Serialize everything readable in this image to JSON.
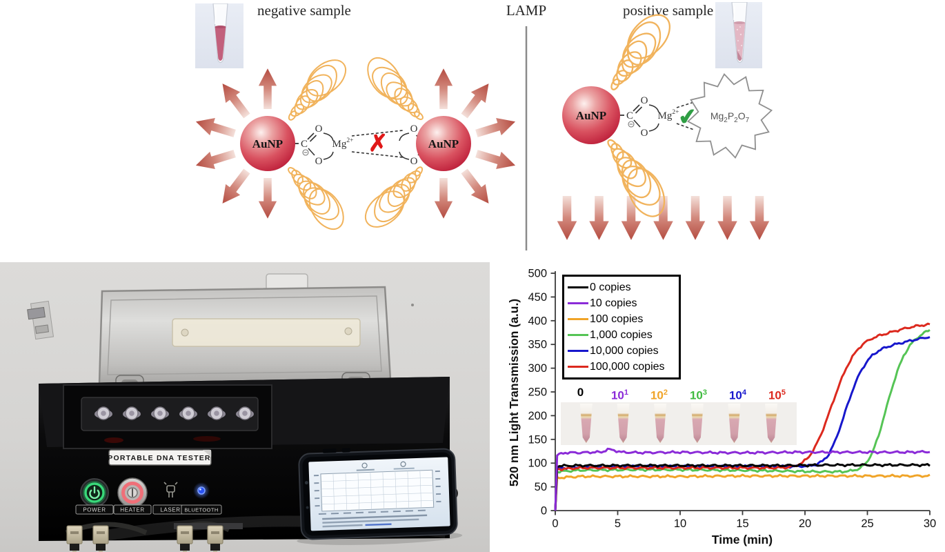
{
  "schematic": {
    "negative_label": "negative sample",
    "positive_label": "positive sample",
    "method_label": "LAMP",
    "aunp": "AuNP",
    "carbon": "C",
    "oxygen": "O",
    "mg": {
      "base": "Mg",
      "sup": "2+"
    },
    "blocked_mark": "✗",
    "allowed_mark": "✔",
    "pyrophosphate": {
      "f1": "Mg",
      "s1": "2",
      "f2": "P",
      "s2": "2",
      "f3": "O",
      "s3": "7"
    }
  },
  "device": {
    "title": "PORTABLE DNA TESTER",
    "buttons": [
      "POWER",
      "HEATER",
      "LASER",
      "BLUETOOTH"
    ]
  },
  "chart_data": {
    "type": "line",
    "title": "",
    "xlabel": "Time (min)",
    "ylabel": "520 nm Light Transmission (a.u.)",
    "xlim": [
      0,
      30
    ],
    "ylim": [
      0,
      500
    ],
    "xticks": [
      0,
      5,
      10,
      15,
      20,
      25,
      30
    ],
    "yticks": [
      0,
      50,
      100,
      150,
      200,
      250,
      300,
      350,
      400,
      450,
      500
    ],
    "grid": false,
    "legend_position": "upper-left",
    "draw_order": [
      2,
      3,
      4,
      5,
      0,
      1
    ],
    "series": [
      {
        "name": "0 copies",
        "color": "#000000",
        "points": [
          [
            0,
            0
          ],
          [
            0.15,
            94
          ],
          [
            2,
            95
          ],
          [
            6,
            95
          ],
          [
            10,
            95
          ],
          [
            14,
            95
          ],
          [
            18,
            95
          ],
          [
            22,
            96
          ],
          [
            26,
            96
          ],
          [
            30,
            96
          ]
        ]
      },
      {
        "name": "10 copies",
        "color": "#8B2BD8",
        "points": [
          [
            0,
            0
          ],
          [
            0.15,
            117
          ],
          [
            0.8,
            122
          ],
          [
            2,
            122
          ],
          [
            3,
            123
          ],
          [
            3.7,
            123
          ],
          [
            4.2,
            129
          ],
          [
            4.7,
            127
          ],
          [
            5.3,
            123
          ],
          [
            7,
            122
          ],
          [
            10,
            123
          ],
          [
            13,
            122
          ],
          [
            16,
            122
          ],
          [
            19,
            123
          ],
          [
            22,
            123
          ],
          [
            25,
            123
          ],
          [
            28,
            123
          ],
          [
            30,
            124
          ]
        ]
      },
      {
        "name": "100 copies",
        "color": "#F0A428",
        "points": [
          [
            0,
            0
          ],
          [
            0.15,
            69
          ],
          [
            2,
            72
          ],
          [
            6,
            72
          ],
          [
            10,
            72
          ],
          [
            14,
            73
          ],
          [
            18,
            73
          ],
          [
            22,
            73
          ],
          [
            26,
            73
          ],
          [
            30,
            73
          ]
        ]
      },
      {
        "name": "1,000 copies",
        "color": "#55C455",
        "points": [
          [
            0,
            0
          ],
          [
            0.15,
            82
          ],
          [
            2,
            85
          ],
          [
            6,
            86
          ],
          [
            10,
            86
          ],
          [
            14,
            85
          ],
          [
            17,
            84
          ],
          [
            19,
            83
          ],
          [
            21,
            82
          ],
          [
            23,
            82
          ],
          [
            23.8,
            84
          ],
          [
            24.4,
            89
          ],
          [
            24.9,
            100
          ],
          [
            25.4,
            122
          ],
          [
            25.9,
            158
          ],
          [
            26.4,
            205
          ],
          [
            26.9,
            252
          ],
          [
            27.4,
            294
          ],
          [
            27.9,
            326
          ],
          [
            28.4,
            348
          ],
          [
            28.9,
            362
          ],
          [
            29.4,
            372
          ],
          [
            30,
            381
          ]
        ]
      },
      {
        "name": "10,000 copies",
        "color": "#1717CC",
        "points": [
          [
            0,
            0
          ],
          [
            0.15,
            89
          ],
          [
            2,
            92
          ],
          [
            6,
            93
          ],
          [
            10,
            93
          ],
          [
            14,
            93
          ],
          [
            17,
            93
          ],
          [
            19,
            93
          ],
          [
            20.3,
            94
          ],
          [
            20.9,
            97
          ],
          [
            21.4,
            104
          ],
          [
            21.9,
            118
          ],
          [
            22.4,
            145
          ],
          [
            22.9,
            182
          ],
          [
            23.4,
            222
          ],
          [
            23.9,
            260
          ],
          [
            24.4,
            290
          ],
          [
            24.9,
            312
          ],
          [
            25.4,
            327
          ],
          [
            25.9,
            337
          ],
          [
            26.5,
            344
          ],
          [
            27.2,
            350
          ],
          [
            28,
            355
          ],
          [
            29,
            361
          ],
          [
            30,
            366
          ]
        ]
      },
      {
        "name": "100,000 copies",
        "color": "#DC291E",
        "points": [
          [
            0,
            0
          ],
          [
            0.15,
            87
          ],
          [
            2,
            90
          ],
          [
            6,
            90
          ],
          [
            10,
            90
          ],
          [
            14,
            90
          ],
          [
            16,
            90
          ],
          [
            17.5,
            90
          ],
          [
            18.6,
            91
          ],
          [
            19.2,
            94
          ],
          [
            19.8,
            101
          ],
          [
            20.3,
            113
          ],
          [
            20.8,
            133
          ],
          [
            21.3,
            161
          ],
          [
            21.8,
            196
          ],
          [
            22.3,
            233
          ],
          [
            22.8,
            269
          ],
          [
            23.3,
            300
          ],
          [
            23.8,
            324
          ],
          [
            24.3,
            342
          ],
          [
            24.8,
            354
          ],
          [
            25.4,
            363
          ],
          [
            26,
            369
          ],
          [
            26.8,
            375
          ],
          [
            27.6,
            381
          ],
          [
            28.4,
            386
          ],
          [
            29.2,
            390
          ],
          [
            30,
            392
          ]
        ]
      }
    ],
    "inset_tubes": [
      {
        "base": "0",
        "exp": "",
        "color": "#000000"
      },
      {
        "base": "10",
        "exp": "1",
        "color": "#8B2BD8"
      },
      {
        "base": "10",
        "exp": "2",
        "color": "#F0A428"
      },
      {
        "base": "10",
        "exp": "3",
        "color": "#3FBB3F"
      },
      {
        "base": "10",
        "exp": "4",
        "color": "#1717CC"
      },
      {
        "base": "10",
        "exp": "5",
        "color": "#DC291E"
      }
    ]
  }
}
